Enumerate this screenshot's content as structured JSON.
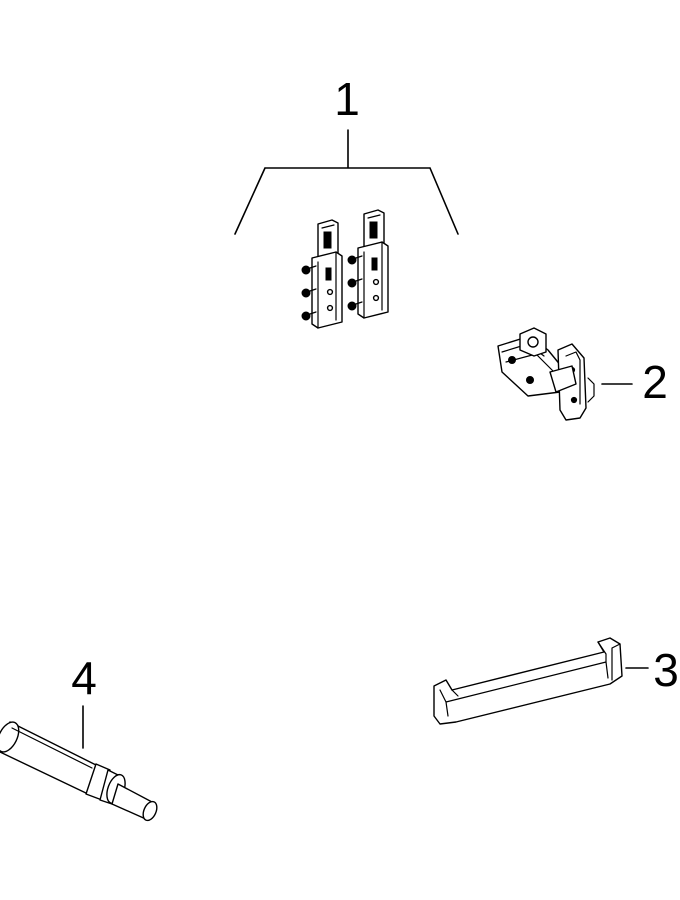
{
  "callouts": [
    {
      "id": "1",
      "label": "1",
      "item": "mounting-brackets"
    },
    {
      "id": "2",
      "label": "2",
      "item": "cabinet-hinge"
    },
    {
      "id": "3",
      "label": "3",
      "item": "handle"
    },
    {
      "id": "4",
      "label": "4",
      "item": "push-to-open-damper"
    }
  ],
  "colors": {
    "line": "#000000",
    "background": "#ffffff"
  }
}
